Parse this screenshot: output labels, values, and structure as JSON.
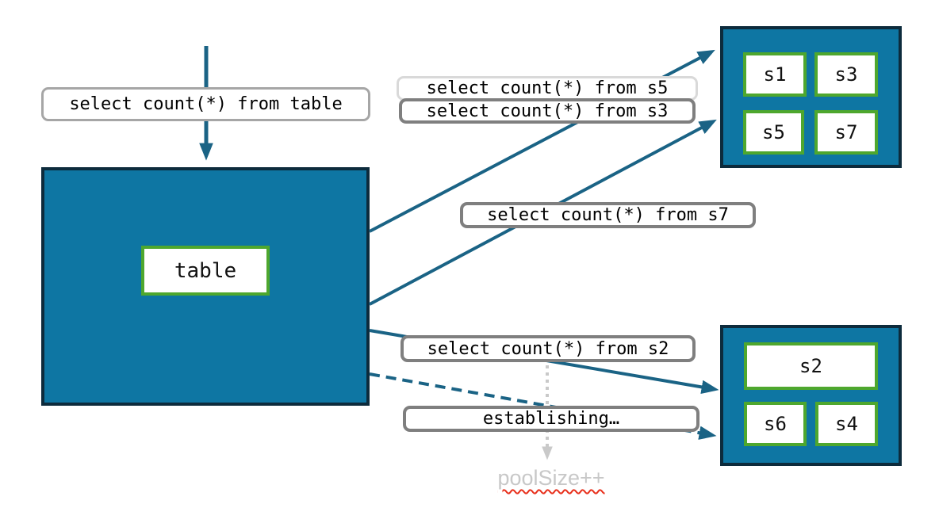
{
  "colors": {
    "teal_fill": "#0E76A3",
    "box_border": "#0D2B3C",
    "arrow_teal": "#1A6385",
    "cell_green": "#4EA72E",
    "label_border_dark": "#7F7F7F",
    "label_border_mid": "#A6A6A6",
    "label_border_light": "#D9D9D9",
    "muted_gray_text": "#C8C8C8",
    "dotted_gray": "#C9C9C9",
    "squiggle_red": "#E8301C"
  },
  "table": {
    "label": "table"
  },
  "queries": {
    "table": "select count(*) from table",
    "s5": "select count(*) from s5",
    "s3": "select count(*) from s3",
    "s7": "select count(*) from s7",
    "s2": "select count(*) from s2"
  },
  "status": {
    "establishing": "establishing…",
    "pool_size": "poolSize++"
  },
  "shards": {
    "top": [
      "s1",
      "s3",
      "s5",
      "s7"
    ],
    "bottom": [
      "s2",
      "s6",
      "s4"
    ]
  },
  "arrows": {
    "down_to_table": "query routed to table",
    "table_to_top_shard_a": "solid",
    "table_to_top_shard_b": "solid",
    "table_to_bottom_shard": "solid",
    "table_to_bottom_shard_dashed": "dashed (establishing)",
    "pool_size_dotted": "dotted gray"
  }
}
